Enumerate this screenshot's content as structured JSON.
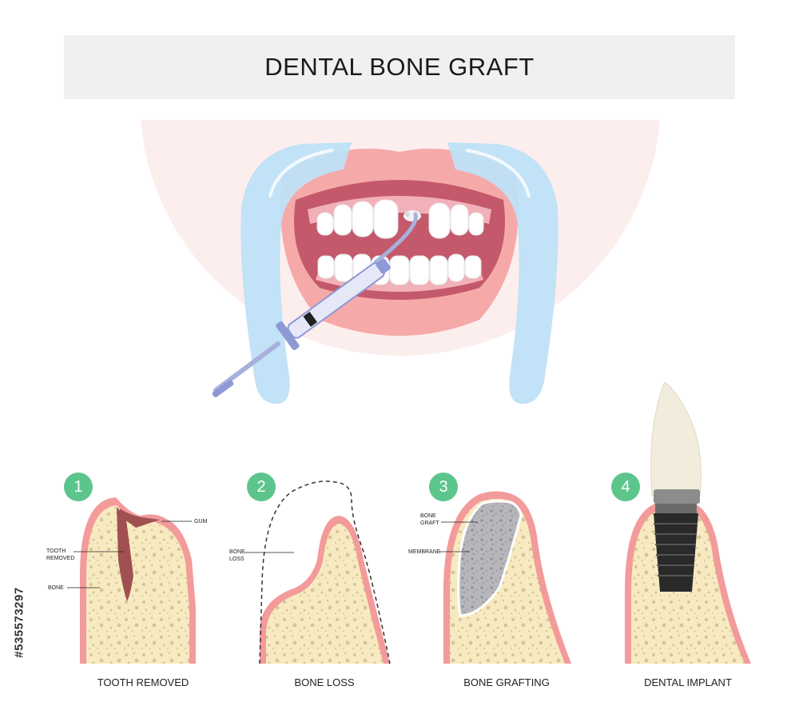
{
  "title": "DENTAL BONE GRAFT",
  "stock_id": "#535573297",
  "steps": [
    {
      "number": "1",
      "caption": "TOOTH REMOVED",
      "labels": {
        "gum": "GUM",
        "tooth_removed": "TOOTH REMOVED",
        "bone": "BONE"
      }
    },
    {
      "number": "2",
      "caption": "BONE LOSS",
      "labels": {
        "bone_loss": "BONE LOSS"
      }
    },
    {
      "number": "3",
      "caption": "BONE GRAFTING",
      "labels": {
        "bone_graft": "BONE GRAFT",
        "membrane": "MEMBRANE"
      }
    },
    {
      "number": "4",
      "caption": "DENTAL IMPLANT",
      "labels": {}
    }
  ],
  "colors": {
    "badge": "#5cc58c",
    "gum": "#f39a9a",
    "bone": "#f8eac0",
    "graft": "#b7b7bb",
    "retractor": "#bfe0f7",
    "lips": "#f6a9a9",
    "mouth_inside": "#c4596b"
  }
}
